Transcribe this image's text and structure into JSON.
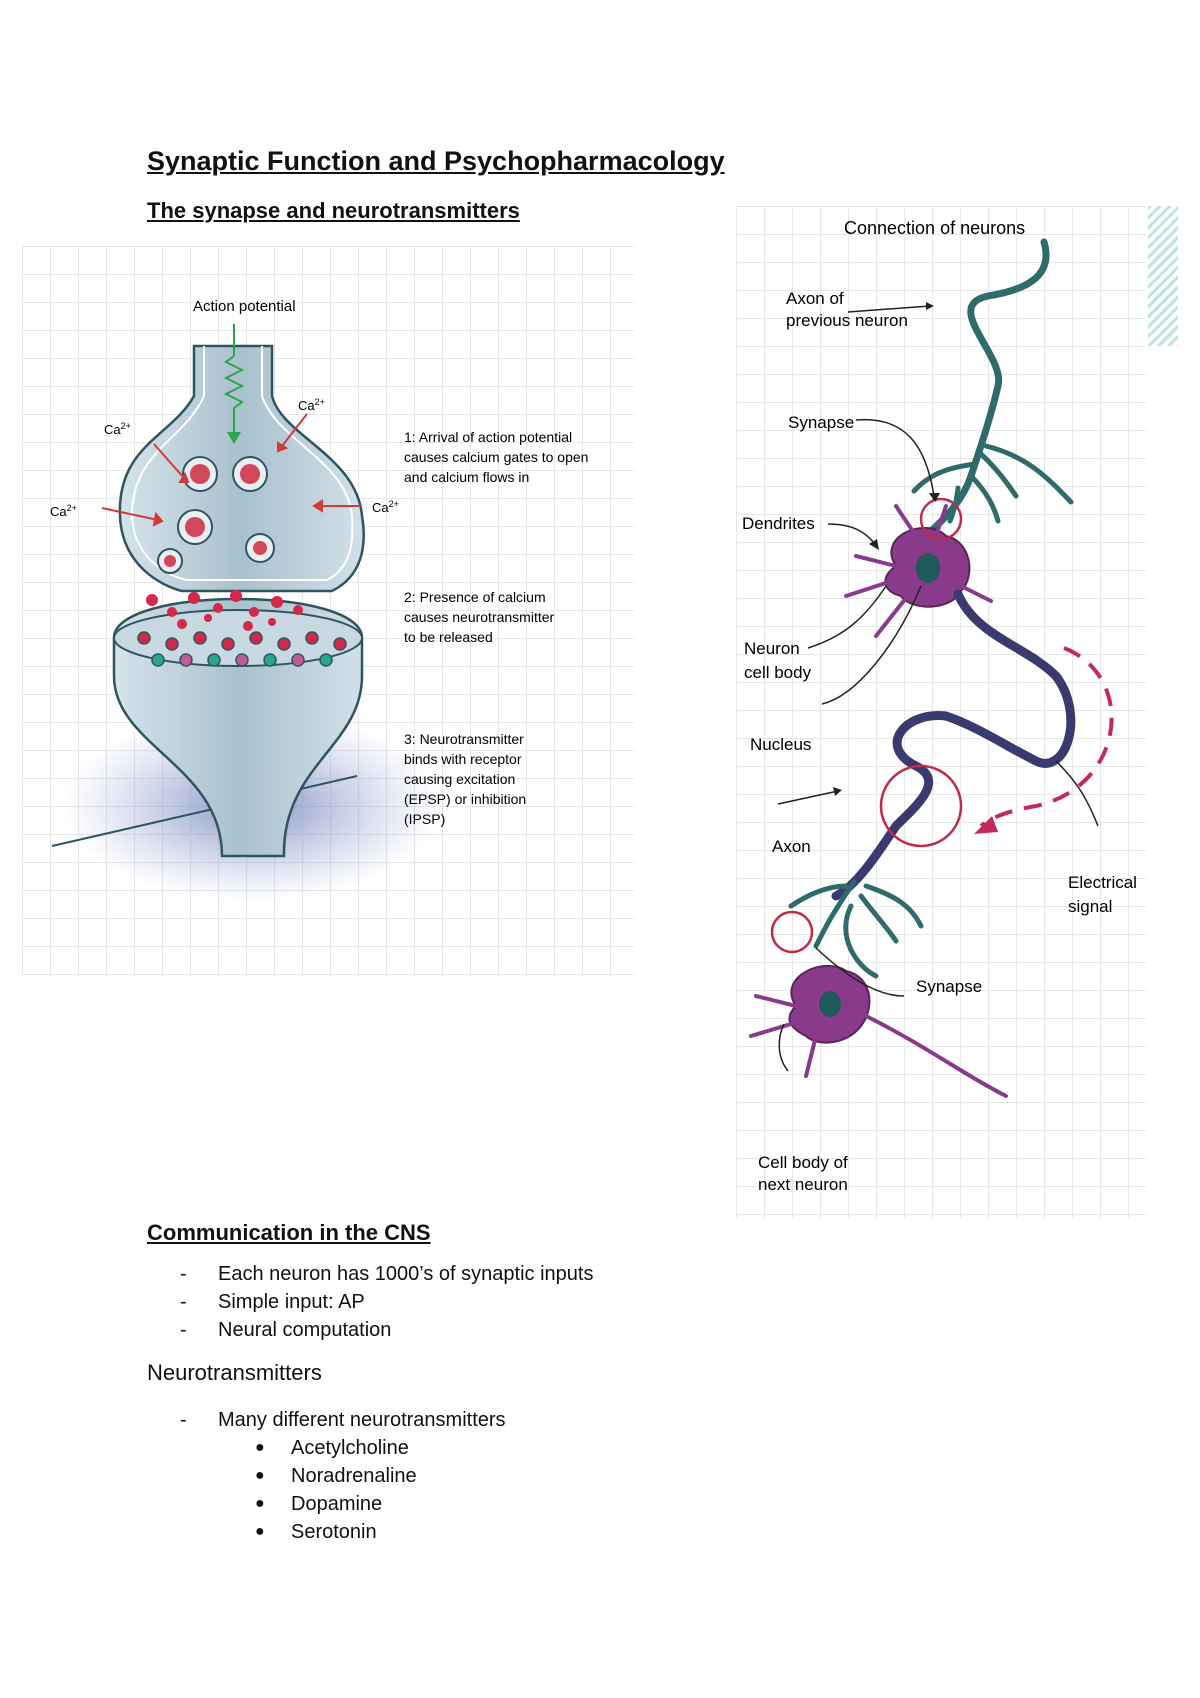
{
  "title": "Synaptic Function and Psychopharmacology",
  "section1": {
    "heading": "The synapse and neurotransmitters"
  },
  "synapse_figure": {
    "action_potential": "Action potential",
    "ca_label": "Ca",
    "ca_charge": "2+",
    "step1": [
      "1: Arrival of action potential",
      "causes calcium gates to open",
      "and calcium flows in"
    ],
    "step2": [
      "2: Presence of calcium",
      "causes neurotransmitter",
      "to be released"
    ],
    "step3": [
      "3: Neurotransmitter",
      "binds with receptor",
      "causing excitation",
      "(EPSP) or inhibition",
      "(IPSP)"
    ]
  },
  "neuron_figure": {
    "title": "Connection of neurons",
    "axon_prev": [
      "Axon of",
      "previous neuron"
    ],
    "synapse_top": "Synapse",
    "dendrites": "Dendrites",
    "cell_body": [
      "Neuron",
      "cell body"
    ],
    "nucleus": "Nucleus",
    "axon": "Axon",
    "electrical": [
      "Electrical",
      "signal"
    ],
    "synapse_bottom": "Synapse",
    "next_cell": [
      "Cell body of",
      "next neuron"
    ]
  },
  "section2": {
    "heading": "Communication in the CNS",
    "items": [
      "Each neuron has 1000’s of synaptic inputs",
      "Simple input: AP",
      "Neural computation"
    ]
  },
  "section3": {
    "heading": "Neurotransmitters",
    "item": "Many different neurotransmitters",
    "subitems": [
      "Acetylcholine",
      "Noradrenaline",
      "Dopamine",
      "Serotonin"
    ]
  },
  "colors": {
    "neuron_teal": "#2f6b6b",
    "cell_purple": "#8a3a8a",
    "signal_red": "#c22a5a",
    "membrane_blue": "#b9cdd8"
  }
}
